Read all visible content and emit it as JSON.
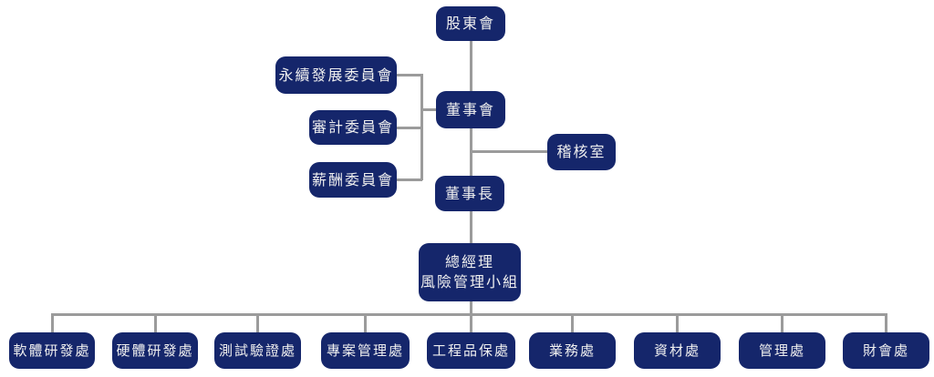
{
  "diagram": {
    "type": "org-chart"
  },
  "colors": {
    "box_fill": "#15266B",
    "box_text": "#EFEFEF",
    "connector": "#9B9B9B",
    "background": "#FFFFFF"
  },
  "nodes": {
    "shareholders": {
      "label": "股東會"
    },
    "board": {
      "label": "董事會"
    },
    "sustainability_committee": {
      "label": "永續發展委員會"
    },
    "audit_committee": {
      "label": "審計委員會"
    },
    "compensation_committee": {
      "label": "薪酬委員會"
    },
    "audit_office": {
      "label": "稽核室"
    },
    "chairman": {
      "label": "董事長"
    },
    "general_manager": {
      "label": "總經理\n風險管理小組"
    },
    "divisions": [
      {
        "label": "軟體研發處"
      },
      {
        "label": "硬體研發處"
      },
      {
        "label": "測試驗證處"
      },
      {
        "label": "專案管理處"
      },
      {
        "label": "工程品保處"
      },
      {
        "label": "業務處"
      },
      {
        "label": "資材處"
      },
      {
        "label": "管理處"
      },
      {
        "label": "財會處"
      }
    ]
  }
}
